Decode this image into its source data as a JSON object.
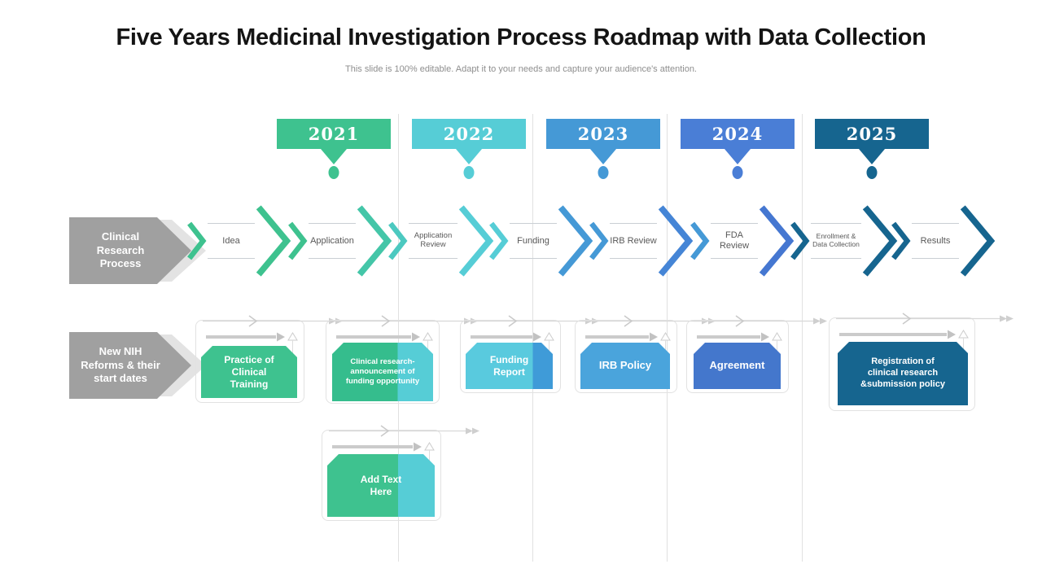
{
  "title": "Five Years Medicinal Investigation Process Roadmap with Data Collection",
  "subtitle": "This slide is 100% editable. Adapt it to your needs and capture your audience's attention.",
  "years": [
    {
      "label": "2021",
      "color": "#3ec28f"
    },
    {
      "label": "2022",
      "color": "#56cdd6"
    },
    {
      "label": "2023",
      "color": "#4599d6"
    },
    {
      "label": "2024",
      "color": "#4a7ed6"
    },
    {
      "label": "2025",
      "color": "#16658f"
    }
  ],
  "process": {
    "label": "Clinical Research Process",
    "stages": [
      {
        "label": "Idea",
        "small_color": "#3ec28f",
        "big_color": "#3ec28f"
      },
      {
        "label": "Application",
        "small_color": "#3ec28f",
        "big_color": "#44c6a8"
      },
      {
        "label": "Application Review",
        "small_color": "#4cc9c0",
        "big_color": "#56cdd6"
      },
      {
        "label": "Funding",
        "small_color": "#56cdd6",
        "big_color": "#4599d6"
      },
      {
        "label": "IRB Review",
        "small_color": "#4599d6",
        "big_color": "#4585d6"
      },
      {
        "label": "FDA Review",
        "small_color": "#4599d6",
        "big_color": "#4577d1"
      },
      {
        "label": "Enrollment & Data Collection",
        "small_color": "#16658f",
        "big_color": "#16658f"
      },
      {
        "label": "Results",
        "small_color": "#16658f",
        "big_color": "#16658f"
      }
    ]
  },
  "reforms": {
    "label": "New NIH Reforms & their start dates",
    "cards": [
      {
        "label": "Practice of Clinical Training",
        "color_left": "#3ec28f",
        "color_right": "#3ec28f",
        "split": 100
      },
      {
        "label": "Clinical research-announcement of funding opportunity",
        "color_left": "#35bd8d",
        "color_right": "#56cdd6",
        "split": 65
      },
      {
        "label": "Funding Report",
        "color_left": "#59cade",
        "color_right": "#3f9bd8",
        "split": 77
      },
      {
        "label": "IRB Policy",
        "color_left": "#4aa4dc",
        "color_right": "#4aa4dc",
        "split": 100
      },
      {
        "label": "Agreement",
        "color_left": "#4477cc",
        "color_right": "#4477cc",
        "split": 100
      },
      {
        "label": "Registration of clinical research &submission policy",
        "color_left": "#16658f",
        "color_right": "#16658f",
        "split": 100
      }
    ]
  },
  "extra_card": {
    "label": "Add Text Here",
    "color_left": "#3ec28f",
    "color_right": "#56cdd6",
    "split": 66
  },
  "colors": {
    "gridline": "#e1e1e1",
    "arrow_gray": "#a0a0a0",
    "arrow_gray_back": "#e3e3e3",
    "card_border": "#e2e2e2",
    "decoration_gray": "#cccccc",
    "stage_label_text": "#595959",
    "title_text": "#141414",
    "subtitle_text": "#8e8e8e"
  }
}
